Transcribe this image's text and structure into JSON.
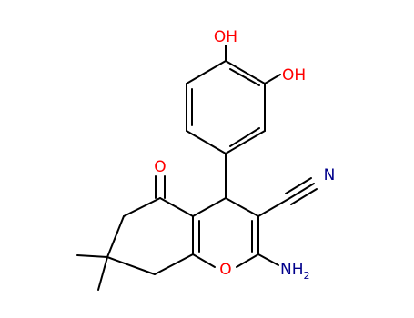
{
  "atoms": {
    "oh_top": {
      "label": "OH",
      "color": "#ff0000"
    },
    "oh_right": {
      "label": "OH",
      "color": "#ff0000"
    },
    "o_ketone": {
      "label": "O",
      "color": "#ff0000"
    },
    "o_ring": {
      "label": "O",
      "color": "#ff0000"
    },
    "n_nitrile": {
      "label": "N",
      "color": "#00008b"
    },
    "nh2": {
      "label": "NH",
      "subscript": "2",
      "color": "#00008b"
    }
  },
  "colors": {
    "bond": "#000000",
    "oxygen": "#ff0000",
    "nitrogen": "#00008b",
    "background": "#ffffff"
  }
}
